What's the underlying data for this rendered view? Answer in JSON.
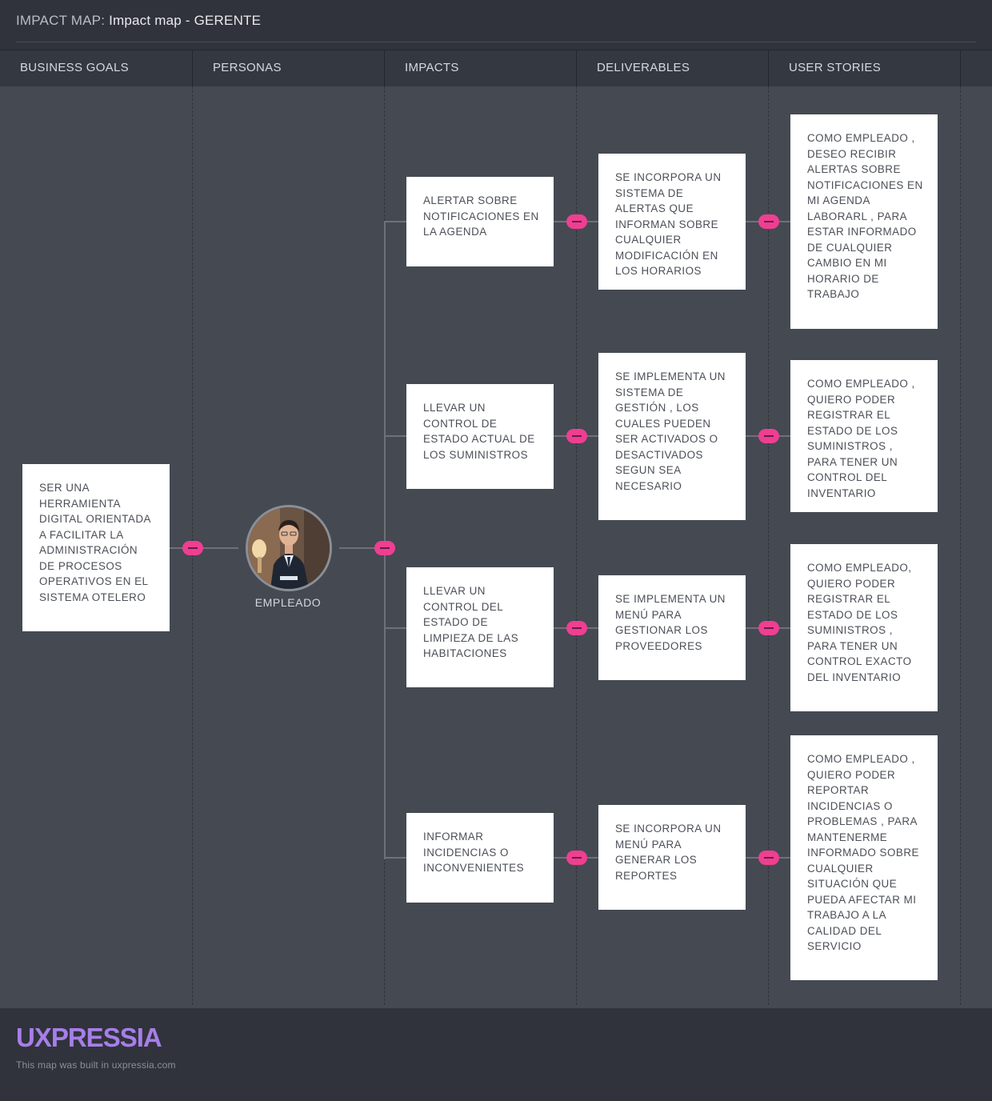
{
  "header": {
    "prefix": "IMPACT MAP:",
    "name": "Impact map - GERENTE"
  },
  "columns": [
    "BUSINESS GOALS",
    "PERSONAS",
    "IMPACTS",
    "DELIVERABLES",
    "USER STORIES"
  ],
  "business_goal": "SER UNA HERRAMIENTA DIGITAL ORIENTADA A FACILITAR LA ADMINISTRACIÓN DE PROCESOS OPERATIVOS EN EL SISTEMA OTELERO",
  "persona": {
    "label": "EMPLEADO",
    "icon": "person-avatar-photo"
  },
  "impacts": [
    "ALERTAR SOBRE NOTIFICACIONES EN LA AGENDA",
    "LLEVAR UN CONTROL DE ESTADO ACTUAL DE LOS SUMINISTROS",
    "LLEVAR UN CONTROL DEL ESTADO DE LIMPIEZA DE LAS HABITACIONES",
    "INFORMAR INCIDENCIAS O INCONVENIENTES"
  ],
  "deliverables": [
    "SE INCORPORA UN SISTEMA DE ALERTAS QUE INFORMAN SOBRE CUALQUIER MODIFICACIÓN EN LOS HORARIOS",
    "SE IMPLEMENTA UN SISTEMA DE GESTIÓN , LOS CUALES PUEDEN SER ACTIVADOS O DESACTIVADOS SEGUN SEA NECESARIO",
    "SE IMPLEMENTA UN MENÚ PARA GESTIONAR LOS PROVEEDORES",
    "SE INCORPORA UN MENÚ PARA GENERAR LOS REPORTES"
  ],
  "user_stories": [
    "COMO EMPLEADO , DESEO RECIBIR ALERTAS SOBRE NOTIFICACIONES EN MI AGENDA LABORARL , PARA ESTAR INFORMADO DE CUALQUIER CAMBIO EN MI HORARIO DE TRABAJO",
    "COMO EMPLEADO , QUIERO PODER REGISTRAR EL ESTADO DE LOS SUMINISTROS , PARA TENER UN CONTROL DEL INVENTARIO",
    "COMO EMPLEADO, QUIERO PODER REGISTRAR EL ESTADO DE LOS SUMINISTROS , PARA TENER UN CONTROL EXACTO DEL INVENTARIO",
    "COMO EMPLEADO , QUIERO PODER REPORTAR INCIDENCIAS O PROBLEMAS , PARA MANTENERME INFORMADO SOBRE CUALQUIER SITUACIÓN QUE PUEDA AFECTAR MI TRABAJO A LA CALIDAD DEL SERVICIO"
  ],
  "footer": {
    "logo": "UXPRESSIA",
    "built_with": "This map was built in uxpressia.com"
  },
  "colors": {
    "accent_pill": "#ee3f91",
    "logo": "#a77ee9",
    "canvas": "#454952",
    "card": "#ffffff"
  }
}
